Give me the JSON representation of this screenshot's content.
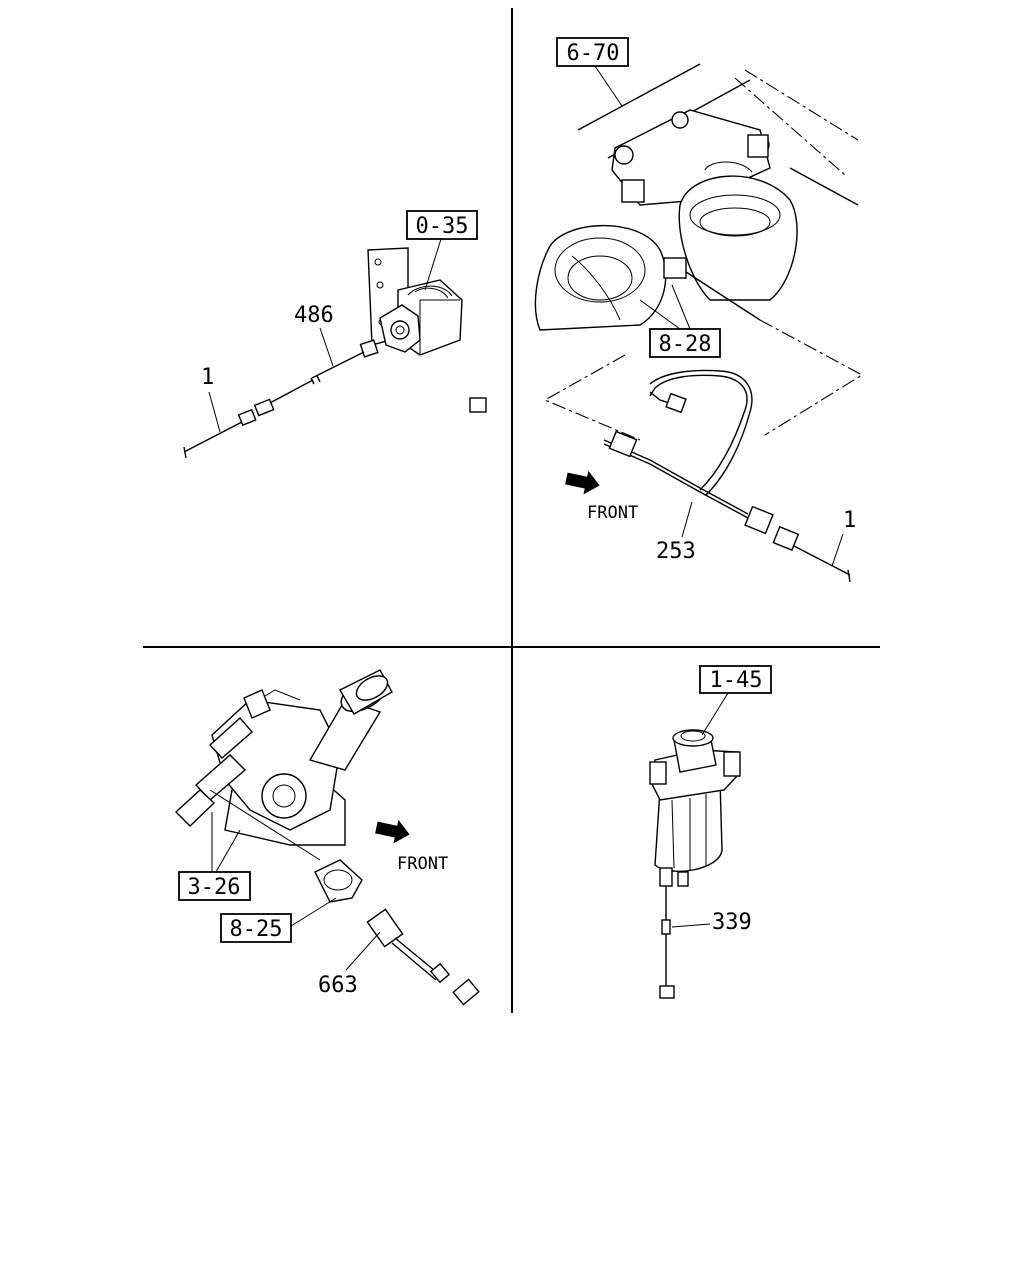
{
  "callouts": {
    "q1": {
      "ref_box": "0-35",
      "wire": "486",
      "lead": "1"
    },
    "q2": {
      "ref_box_top": "6-70",
      "ref_box_mid": "8-28",
      "harness": "253",
      "lead": "1",
      "direction": "FRONT"
    },
    "q3": {
      "ref_box_a": "3-26",
      "ref_box_b": "8-25",
      "harness": "663",
      "direction": "FRONT"
    },
    "q4": {
      "ref_box": "1-45",
      "wire": "339"
    }
  }
}
